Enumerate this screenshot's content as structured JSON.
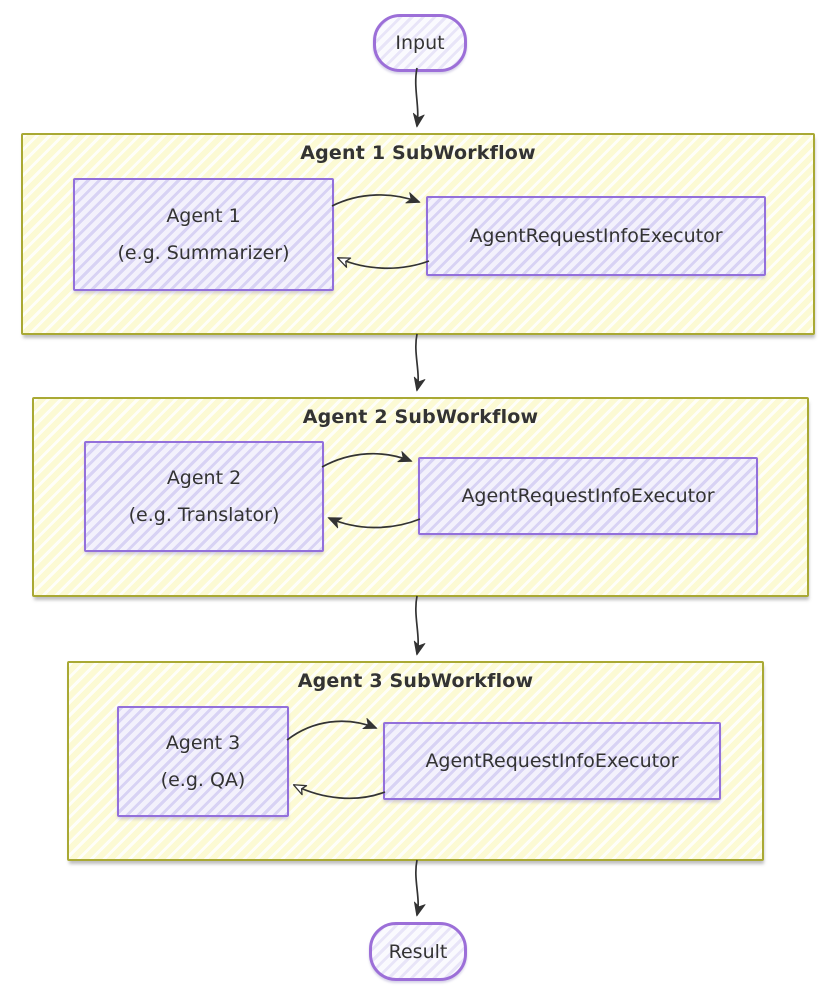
{
  "diagram": {
    "type": "flowchart",
    "style": "hand-drawn-sketch",
    "start_node": {
      "label": "Input"
    },
    "end_node": {
      "label": "Result"
    },
    "subworkflows": [
      {
        "title": "Agent 1 SubWorkflow",
        "agent": {
          "line1": "Agent 1",
          "line2": "(e.g. Summarizer)"
        },
        "executor": "AgentRequestInfoExecutor"
      },
      {
        "title": "Agent 2 SubWorkflow",
        "agent": {
          "line1": "Agent 2",
          "line2": "(e.g. Translator)"
        },
        "executor": "AgentRequestInfoExecutor"
      },
      {
        "title": "Agent 3 SubWorkflow",
        "agent": {
          "line1": "Agent 3",
          "line2": "(e.g. QA)"
        },
        "executor": "AgentRequestInfoExecutor"
      }
    ],
    "edges": [
      "Input -> Agent 1 SubWorkflow",
      "Agent 1 <-> AgentRequestInfoExecutor",
      "Agent 1 SubWorkflow -> Agent 2 SubWorkflow",
      "Agent 2 <-> AgentRequestInfoExecutor",
      "Agent 2 SubWorkflow -> Agent 3 SubWorkflow",
      "Agent 3 <-> AgentRequestInfoExecutor",
      "Agent 3 SubWorkflow -> Result"
    ],
    "colors": {
      "container_fill": "#fbf9d5",
      "container_border": "#a9a934",
      "node_fill": "#eeecfb",
      "node_border": "#9370db",
      "terminal_border": "#9c6fd8",
      "edge_stroke": "#333333",
      "text": "#333333",
      "background": "#ffffff"
    }
  }
}
